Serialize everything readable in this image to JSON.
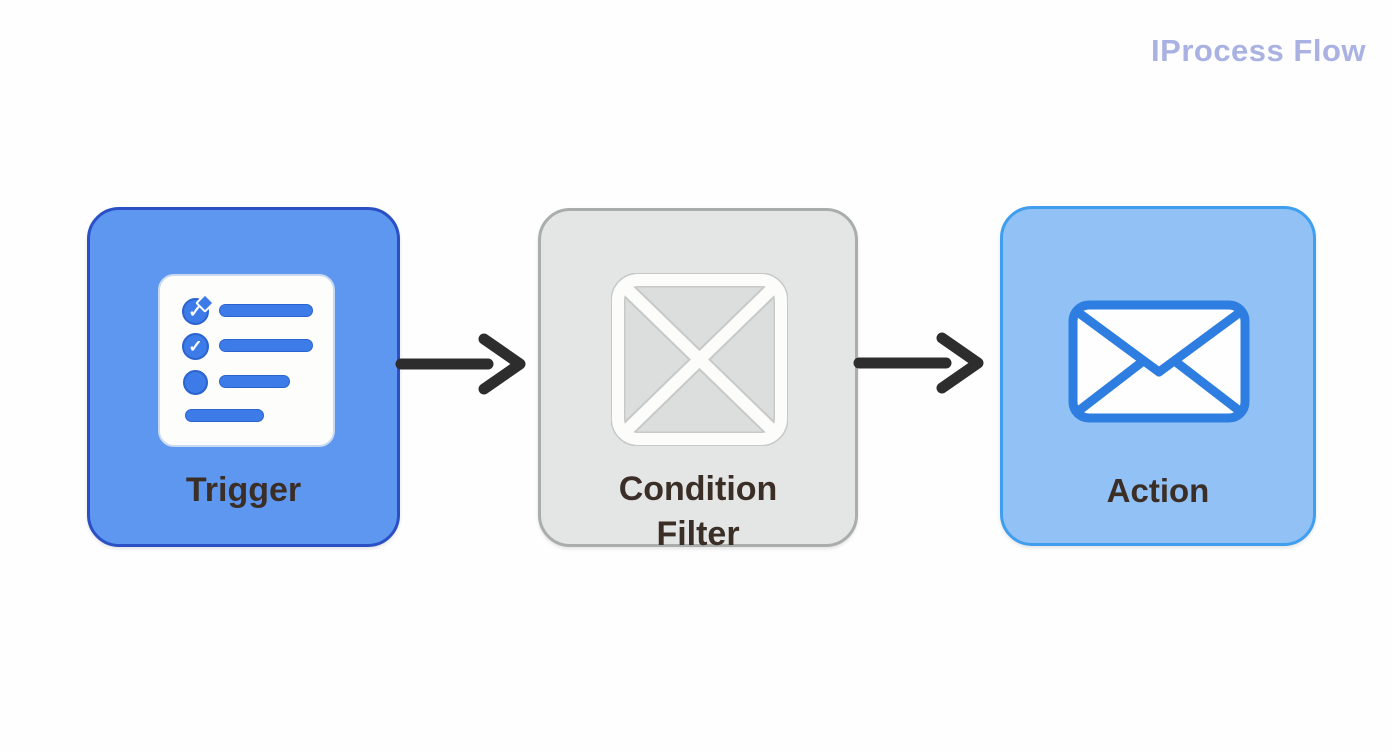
{
  "page": {
    "title": "IProcess Flow",
    "background": "#fefefe",
    "title_color": "#a9b2e2"
  },
  "flow": {
    "nodes": [
      {
        "id": "trigger",
        "label": "Trigger",
        "icon": "checklist-icon",
        "fill": "#5e97ef",
        "border": "#2b50c5"
      },
      {
        "id": "condition",
        "label": "Condition Filter",
        "icon": "x-square-icon",
        "fill": "#e4e6e5",
        "border": "#a9aead"
      },
      {
        "id": "action",
        "label": "Action",
        "icon": "envelope-icon",
        "fill": "#92c1f5",
        "border": "#3f9fee"
      }
    ],
    "connectors": [
      {
        "from": "trigger",
        "to": "condition",
        "style": "arrow-right"
      },
      {
        "from": "condition",
        "to": "action",
        "style": "arrow-right"
      }
    ],
    "label_color": "#3b2e27",
    "arrow_color": "#2d2d2d",
    "icon_accent_blue": "#3d7ce8",
    "envelope_stroke": "#2e7de0"
  }
}
